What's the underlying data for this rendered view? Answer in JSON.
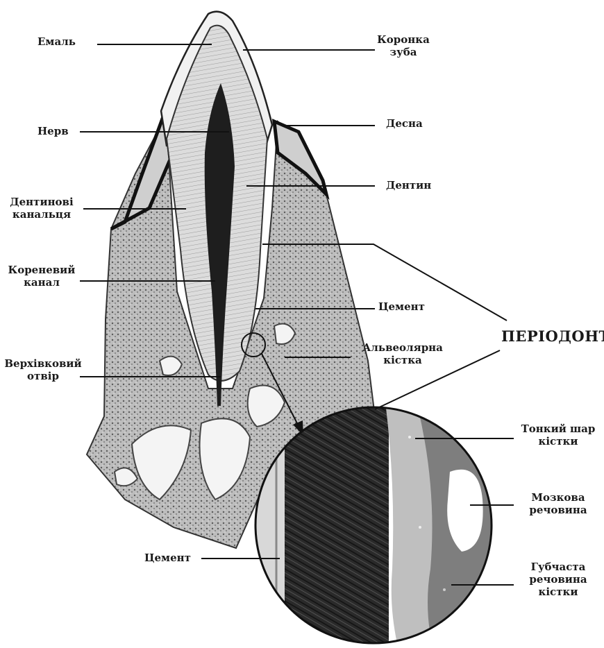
{
  "diagram": {
    "labels": {
      "enamel": "Емаль",
      "crown": [
        "Коронка",
        "зуба"
      ],
      "nerve": "Нерв",
      "gum": "Десна",
      "dentinal_tubules": [
        "Дентинові",
        "канальця"
      ],
      "dentin": "Дентин",
      "root_canal": [
        "Кореневий",
        "канал"
      ],
      "cementum_upper": "Цемент",
      "alveolar_bone": [
        "Альвеолярна",
        "кістка"
      ],
      "periodontium": "ПЕРІОДОНТ",
      "apical_foramen": [
        "Верхівковий",
        "отвір"
      ],
      "thin_bone_layer": [
        "Тонкий шар",
        "кістки"
      ],
      "bone_marrow": [
        "Мозкова",
        "речовина"
      ],
      "cementum_lower": "Цемент",
      "spongy_bone": [
        "Губчаста",
        "речовина",
        "кістки"
      ]
    }
  }
}
